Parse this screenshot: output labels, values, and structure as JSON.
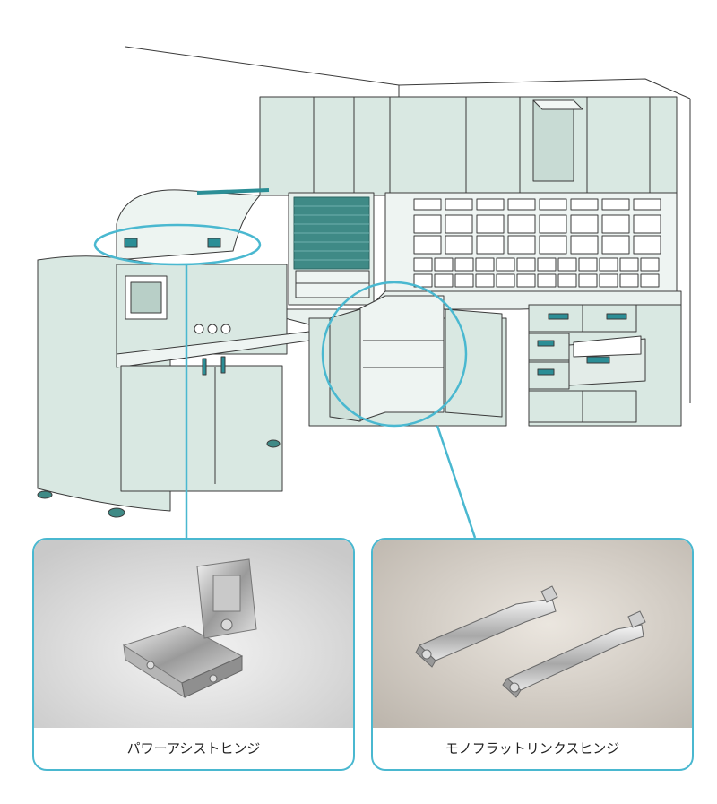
{
  "colors": {
    "cabinet_fill": "#d9e8e2",
    "cabinet_line": "#3a3a3a",
    "callout_accent": "#4ab8d0",
    "shutter": "#3f8a86",
    "handle": "#2b8e96"
  },
  "callouts": [
    {
      "caption": "パワーアシストヒンジ",
      "icon": "power-assist-hinge-photo"
    },
    {
      "caption": "モノフラットリンクスヒンジ",
      "icon": "mono-flat-links-hinge-photo"
    }
  ]
}
